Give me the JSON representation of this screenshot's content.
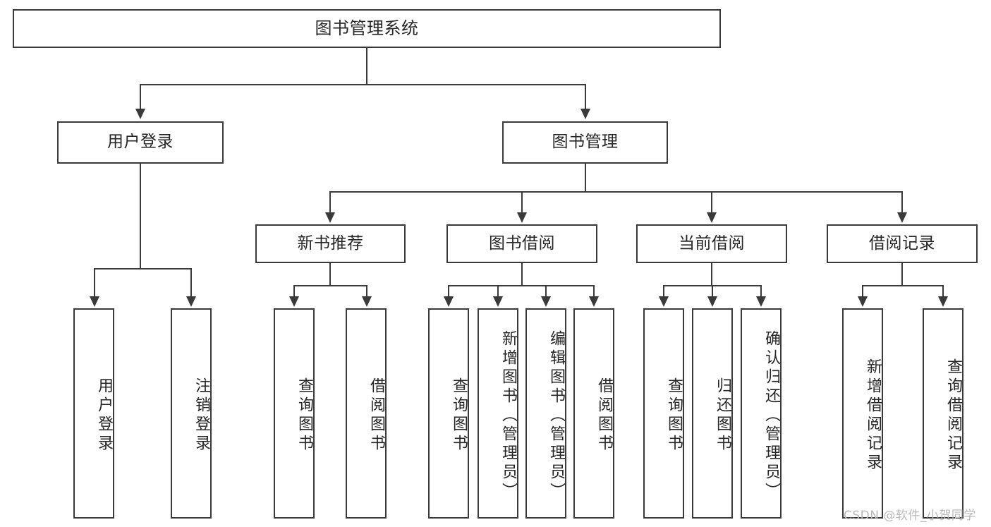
{
  "diagram": {
    "title": "图书管理系统",
    "type": "functional-structure-tree",
    "root": {
      "label": "图书管理系统"
    },
    "level2": [
      {
        "label": "用户登录"
      },
      {
        "label": "图书管理"
      }
    ],
    "level3": [
      {
        "label": "新书推荐"
      },
      {
        "label": "图书借阅"
      },
      {
        "label": "当前借阅"
      },
      {
        "label": "借阅记录"
      }
    ],
    "leaves": {
      "user_login": [
        {
          "label": "用户登录"
        },
        {
          "label": "注销登录"
        }
      ],
      "new_book_recommend": [
        {
          "label": "查询图书"
        },
        {
          "label": "借阅图书"
        }
      ],
      "book_borrow": [
        {
          "label": "查询图书"
        },
        {
          "label": "新增图书（管理员）"
        },
        {
          "label": "编辑图书（管理员）"
        },
        {
          "label": "借阅图书"
        }
      ],
      "current_borrow": [
        {
          "label": "查询图书"
        },
        {
          "label": "归还图书"
        },
        {
          "label": "确认归还（管理员）"
        }
      ],
      "borrow_record": [
        {
          "label": "新增借阅记录"
        },
        {
          "label": "查询借阅记录"
        }
      ]
    }
  },
  "watermark": {
    "text": "CSDN @软件_小贺同学"
  },
  "colors": {
    "box_border": "#3a3a3a",
    "box_fill": "#ffffff",
    "text": "#262626",
    "connector": "#3a3a3a",
    "watermark": "#b9b9b9",
    "background": "#ffffff"
  }
}
